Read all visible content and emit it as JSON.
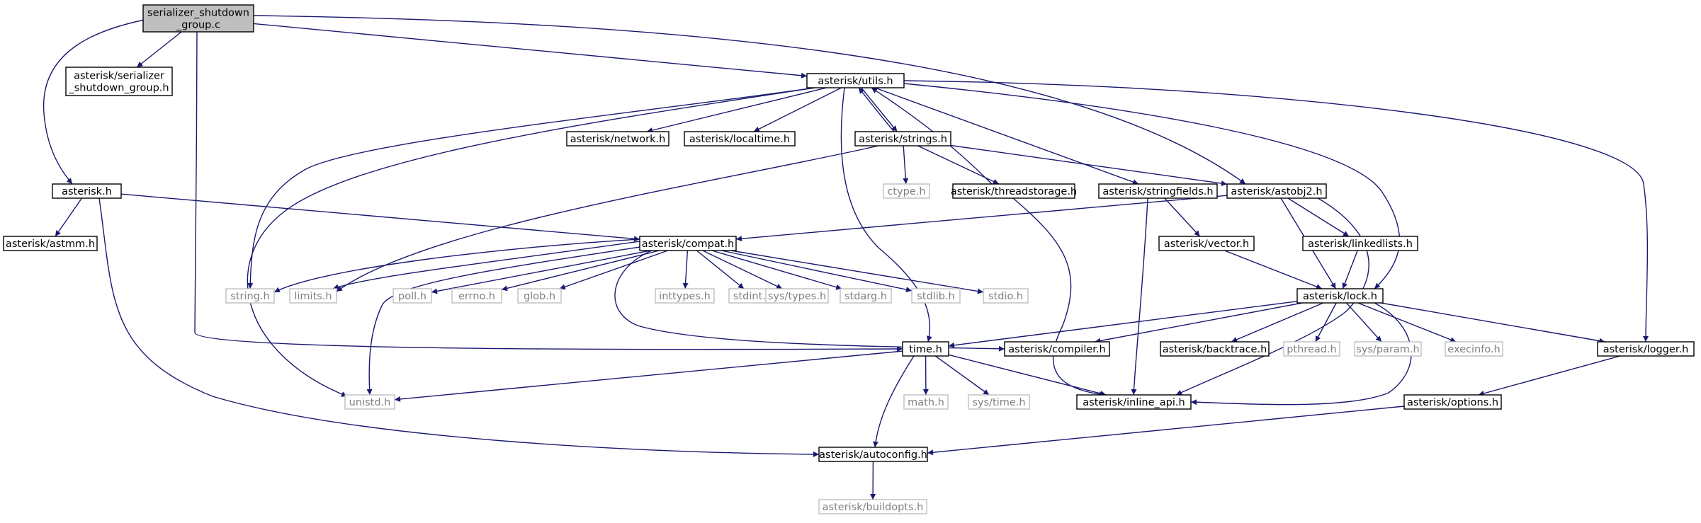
{
  "colors": {
    "edge": "#191970",
    "root_fill": "#bfbfbf",
    "node_stroke": "#000000",
    "external_stroke": "#bfbfbf",
    "external_text": "#808080",
    "text": "#000000"
  },
  "nodes": [
    {
      "id": "root",
      "label": "serializer_shutdown\n_group.c",
      "style": "root"
    },
    {
      "id": "ser_group_h",
      "label": "asterisk/serializer\n_shutdown_group.h",
      "style": "normal"
    },
    {
      "id": "utils_h",
      "label": "asterisk/utils.h",
      "style": "normal"
    },
    {
      "id": "asterisk_h",
      "label": "asterisk.h",
      "style": "normal"
    },
    {
      "id": "network_h",
      "label": "asterisk/network.h",
      "style": "normal"
    },
    {
      "id": "localtime_h",
      "label": "asterisk/localtime.h",
      "style": "normal"
    },
    {
      "id": "strings_h",
      "label": "asterisk/strings.h",
      "style": "normal"
    },
    {
      "id": "ctype_h",
      "label": "ctype.h",
      "style": "external"
    },
    {
      "id": "threadstorage_h",
      "label": "asterisk/threadstorage.h",
      "style": "normal"
    },
    {
      "id": "stringfields_h",
      "label": "asterisk/stringfields.h",
      "style": "normal"
    },
    {
      "id": "astobj2_h",
      "label": "asterisk/astobj2.h",
      "style": "normal"
    },
    {
      "id": "astmm_h",
      "label": "asterisk/astmm.h",
      "style": "normal"
    },
    {
      "id": "compat_h",
      "label": "asterisk/compat.h",
      "style": "normal"
    },
    {
      "id": "vector_h",
      "label": "asterisk/vector.h",
      "style": "normal"
    },
    {
      "id": "linkedlists_h",
      "label": "asterisk/linkedlists.h",
      "style": "normal"
    },
    {
      "id": "string_h",
      "label": "string.h",
      "style": "external"
    },
    {
      "id": "limits_h",
      "label": "limits.h",
      "style": "external"
    },
    {
      "id": "poll_h",
      "label": "poll.h",
      "style": "external"
    },
    {
      "id": "errno_h",
      "label": "errno.h",
      "style": "external"
    },
    {
      "id": "glob_h",
      "label": "glob.h",
      "style": "external"
    },
    {
      "id": "inttypes_h",
      "label": "inttypes.h",
      "style": "external"
    },
    {
      "id": "stdint_h",
      "label": "stdint.h",
      "style": "external"
    },
    {
      "id": "systypes_h",
      "label": "sys/types.h",
      "style": "external"
    },
    {
      "id": "stdarg_h",
      "label": "stdarg.h",
      "style": "external"
    },
    {
      "id": "stdlib_h",
      "label": "stdlib.h",
      "style": "external"
    },
    {
      "id": "stdio_h",
      "label": "stdio.h",
      "style": "external"
    },
    {
      "id": "lock_h",
      "label": "asterisk/lock.h",
      "style": "normal"
    },
    {
      "id": "time_h",
      "label": "time.h",
      "style": "normal"
    },
    {
      "id": "compiler_h",
      "label": "asterisk/compiler.h",
      "style": "normal"
    },
    {
      "id": "backtrace_h",
      "label": "asterisk/backtrace.h",
      "style": "normal"
    },
    {
      "id": "pthread_h",
      "label": "pthread.h",
      "style": "external"
    },
    {
      "id": "sysparam_h",
      "label": "sys/param.h",
      "style": "external"
    },
    {
      "id": "execinfo_h",
      "label": "execinfo.h",
      "style": "external"
    },
    {
      "id": "logger_h",
      "label": "asterisk/logger.h",
      "style": "normal"
    },
    {
      "id": "unistd_h",
      "label": "unistd.h",
      "style": "external"
    },
    {
      "id": "math_h",
      "label": "math.h",
      "style": "external"
    },
    {
      "id": "systime_h",
      "label": "sys/time.h",
      "style": "external"
    },
    {
      "id": "inline_api_h",
      "label": "asterisk/inline_api.h",
      "style": "normal"
    },
    {
      "id": "options_h",
      "label": "asterisk/options.h",
      "style": "normal"
    },
    {
      "id": "autoconfig_h",
      "label": "asterisk/autoconfig.h",
      "style": "normal"
    },
    {
      "id": "buildopts_h",
      "label": "asterisk/buildopts.h",
      "style": "external"
    }
  ],
  "edges": [
    [
      "root",
      "ser_group_h"
    ],
    [
      "root",
      "utils_h"
    ],
    [
      "root",
      "asterisk_h"
    ],
    [
      "root",
      "time_h"
    ],
    [
      "root",
      "astobj2_h"
    ],
    [
      "utils_h",
      "network_h"
    ],
    [
      "utils_h",
      "localtime_h"
    ],
    [
      "utils_h",
      "strings_h"
    ],
    [
      "utils_h",
      "stringfields_h"
    ],
    [
      "utils_h",
      "string_h"
    ],
    [
      "utils_h",
      "unistd_h"
    ],
    [
      "utils_h",
      "time_h"
    ],
    [
      "utils_h",
      "lock_h"
    ],
    [
      "utils_h",
      "logger_h"
    ],
    [
      "strings_h",
      "utils_h"
    ],
    [
      "strings_h",
      "ctype_h"
    ],
    [
      "strings_h",
      "threadstorage_h"
    ],
    [
      "strings_h",
      "astobj2_h"
    ],
    [
      "strings_h",
      "limits_h"
    ],
    [
      "threadstorage_h",
      "utils_h"
    ],
    [
      "threadstorage_h",
      "inline_api_h"
    ],
    [
      "stringfields_h",
      "vector_h"
    ],
    [
      "stringfields_h",
      "inline_api_h"
    ],
    [
      "astobj2_h",
      "compat_h"
    ],
    [
      "astobj2_h",
      "lock_h"
    ],
    [
      "astobj2_h",
      "linkedlists_h"
    ],
    [
      "astobj2_h",
      "inline_api_h"
    ],
    [
      "asterisk_h",
      "astmm_h"
    ],
    [
      "asterisk_h",
      "compat_h"
    ],
    [
      "asterisk_h",
      "autoconfig_h"
    ],
    [
      "compat_h",
      "string_h"
    ],
    [
      "compat_h",
      "limits_h"
    ],
    [
      "compat_h",
      "poll_h"
    ],
    [
      "compat_h",
      "errno_h"
    ],
    [
      "compat_h",
      "glob_h"
    ],
    [
      "compat_h",
      "inttypes_h"
    ],
    [
      "compat_h",
      "stdint_h"
    ],
    [
      "compat_h",
      "systypes_h"
    ],
    [
      "compat_h",
      "stdarg_h"
    ],
    [
      "compat_h",
      "stdlib_h"
    ],
    [
      "compat_h",
      "stdio_h"
    ],
    [
      "compat_h",
      "unistd_h"
    ],
    [
      "compat_h",
      "compiler_h"
    ],
    [
      "vector_h",
      "lock_h"
    ],
    [
      "linkedlists_h",
      "lock_h"
    ],
    [
      "lock_h",
      "time_h"
    ],
    [
      "lock_h",
      "compiler_h"
    ],
    [
      "lock_h",
      "backtrace_h"
    ],
    [
      "lock_h",
      "pthread_h"
    ],
    [
      "lock_h",
      "sysparam_h"
    ],
    [
      "lock_h",
      "execinfo_h"
    ],
    [
      "lock_h",
      "logger_h"
    ],
    [
      "lock_h",
      "inline_api_h"
    ],
    [
      "time_h",
      "unistd_h"
    ],
    [
      "time_h",
      "math_h"
    ],
    [
      "time_h",
      "systime_h"
    ],
    [
      "time_h",
      "inline_api_h"
    ],
    [
      "time_h",
      "autoconfig_h"
    ],
    [
      "logger_h",
      "options_h"
    ],
    [
      "options_h",
      "autoconfig_h"
    ],
    [
      "autoconfig_h",
      "buildopts_h"
    ]
  ]
}
